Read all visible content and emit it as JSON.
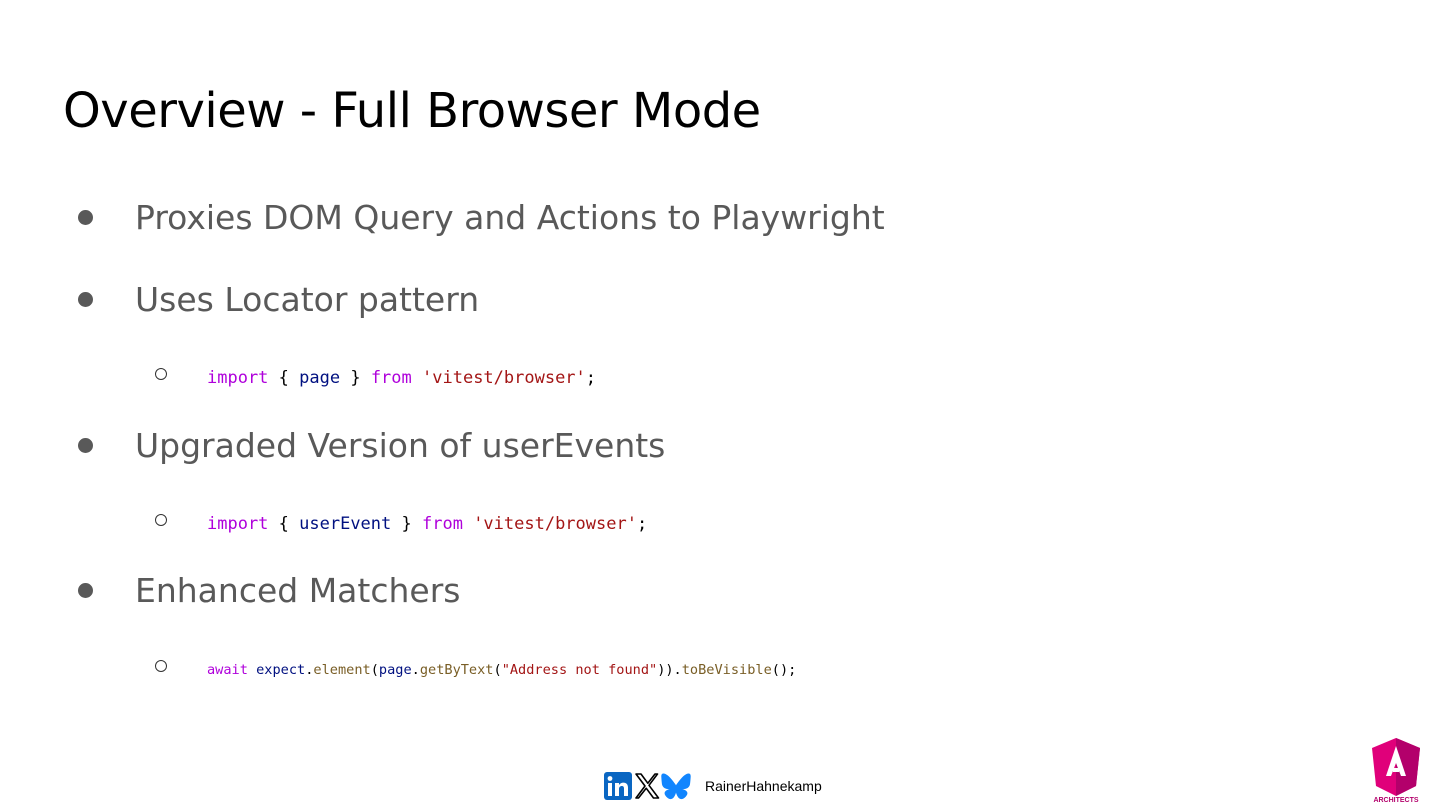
{
  "slide": {
    "title": "Overview - Full Browser Mode"
  },
  "bullets": [
    {
      "text": "Proxies DOM Query and Actions to Playwright"
    },
    {
      "text": "Uses Locator pattern"
    },
    {
      "text": "Upgraded Version of userEvents"
    },
    {
      "text": "Enhanced Matchers"
    }
  ],
  "code": {
    "line1": [
      {
        "t": "import",
        "c": "kw"
      },
      {
        "t": " { ",
        "c": "pn"
      },
      {
        "t": "page",
        "c": "var"
      },
      {
        "t": " } ",
        "c": "pn"
      },
      {
        "t": "from",
        "c": "kw"
      },
      {
        "t": " ",
        "c": "pn"
      },
      {
        "t": "'vitest/browser'",
        "c": "str"
      },
      {
        "t": ";",
        "c": "pn"
      }
    ],
    "line2": [
      {
        "t": "import",
        "c": "kw"
      },
      {
        "t": " { ",
        "c": "pn"
      },
      {
        "t": "userEvent",
        "c": "var"
      },
      {
        "t": " } ",
        "c": "pn"
      },
      {
        "t": "from",
        "c": "kw"
      },
      {
        "t": " ",
        "c": "pn"
      },
      {
        "t": "'vitest/browser'",
        "c": "str"
      },
      {
        "t": ";",
        "c": "pn"
      }
    ],
    "line3": [
      {
        "t": "await",
        "c": "kw"
      },
      {
        "t": " ",
        "c": "pn"
      },
      {
        "t": "expect",
        "c": "var"
      },
      {
        "t": ".",
        "c": "pn"
      },
      {
        "t": "element",
        "c": "fn"
      },
      {
        "t": "(",
        "c": "pn"
      },
      {
        "t": "page",
        "c": "var"
      },
      {
        "t": ".",
        "c": "pn"
      },
      {
        "t": "getByText",
        "c": "fn"
      },
      {
        "t": "(",
        "c": "pn"
      },
      {
        "t": "\"Address not found\"",
        "c": "str"
      },
      {
        "t": ")).",
        "c": "pn"
      },
      {
        "t": "toBeVisible",
        "c": "fn"
      },
      {
        "t": "();",
        "c": "pn"
      }
    ]
  },
  "footer": {
    "icons": [
      "linkedin-icon",
      "x-icon",
      "bluesky-icon"
    ],
    "author": "RainerHahnekamp"
  },
  "logo": {
    "name": "angular-architects-logo",
    "text": "ARCHITECTS",
    "colors": [
      "#e0007a",
      "#b3006b"
    ]
  },
  "colors": {
    "bullet_text": "#595959",
    "keyword": "#af00db",
    "variable": "#001080",
    "string": "#a31515",
    "function": "#795e26",
    "linkedin": "#0a66c2",
    "bluesky": "#1185fe"
  }
}
